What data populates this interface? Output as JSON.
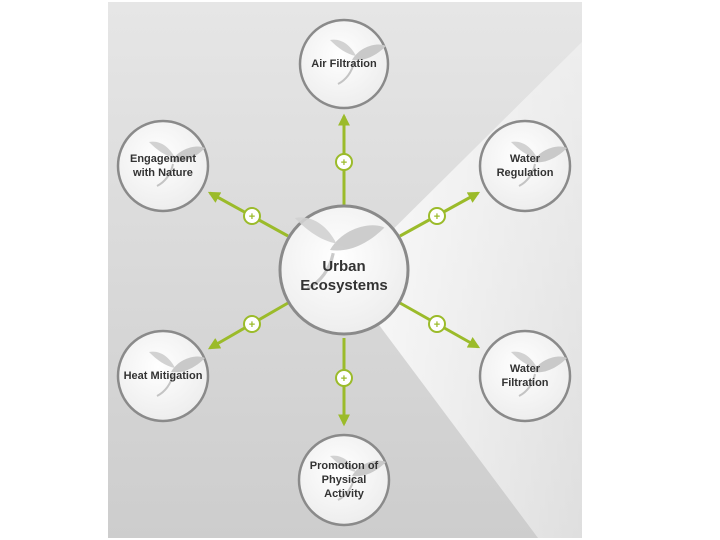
{
  "diagram": {
    "center": {
      "label_line1": "Urban",
      "label_line2": "Ecosystems"
    },
    "nodes": [
      {
        "id": "air-filtration",
        "line1": "Air Filtration",
        "line2": "",
        "line3": ""
      },
      {
        "id": "water-regulation",
        "line1": "Water",
        "line2": "Regulation",
        "line3": ""
      },
      {
        "id": "water-filtration",
        "line1": "Water",
        "line2": "Filtration",
        "line3": ""
      },
      {
        "id": "promotion-of-physical-activity",
        "line1": "Promotion of",
        "line2": "Physical",
        "line3": "Activity"
      },
      {
        "id": "heat-mitigation",
        "line1": "Heat Mitigation",
        "line2": "",
        "line3": ""
      },
      {
        "id": "engagement-with-nature",
        "line1": "Engagement",
        "line2": "with Nature",
        "line3": ""
      }
    ],
    "connector_symbol": "+",
    "colors": {
      "accent_green": "#9bbb2a",
      "circle_fill": "#f4f4f4",
      "circle_stroke": "#8a8a8a",
      "text": "#333333",
      "background": "#d9d9d9"
    }
  }
}
